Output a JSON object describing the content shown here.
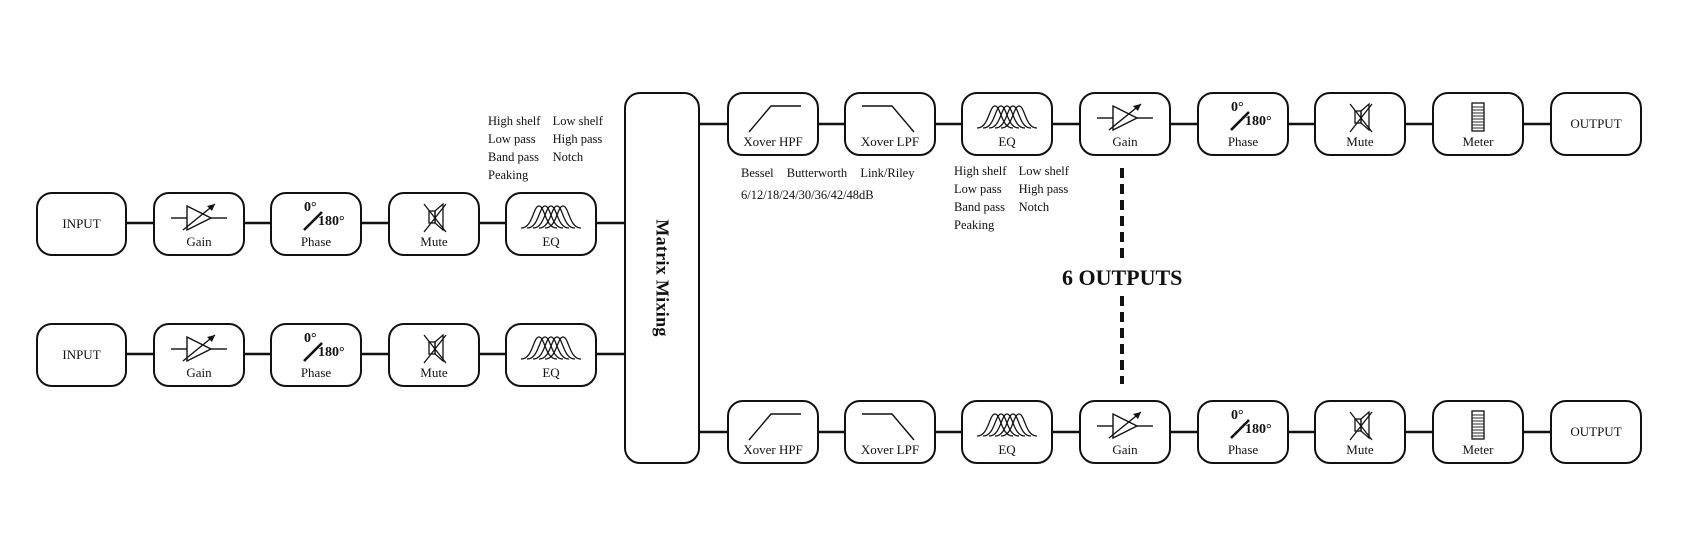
{
  "inputs": [
    {
      "input_label": "INPUT",
      "gain_label": "Gain",
      "phase_label": "Phase",
      "phase_zero": "0°",
      "phase_180": "180°",
      "mute_label": "Mute",
      "eq_label": "EQ"
    },
    {
      "input_label": "INPUT",
      "gain_label": "Gain",
      "phase_label": "Phase",
      "phase_zero": "0°",
      "phase_180": "180°",
      "mute_label": "Mute",
      "eq_label": "EQ"
    }
  ],
  "input_eq_note": {
    "col1": [
      "High shelf",
      "Low pass",
      "Band pass",
      "Peaking"
    ],
    "col2": [
      "Low shelf",
      "High pass",
      "Notch"
    ]
  },
  "matrix_label": "Matrix Mixing",
  "outputs": [
    {
      "hpf_label": "Xover HPF",
      "lpf_label": "Xover LPF",
      "eq_label": "EQ",
      "gain_label": "Gain",
      "phase_label": "Phase",
      "phase_zero": "0°",
      "phase_180": "180°",
      "mute_label": "Mute",
      "meter_label": "Meter",
      "output_label": "OUTPUT"
    },
    {
      "hpf_label": "Xover HPF",
      "lpf_label": "Xover LPF",
      "eq_label": "EQ",
      "gain_label": "Gain",
      "phase_label": "Phase",
      "phase_zero": "0°",
      "phase_180": "180°",
      "mute_label": "Mute",
      "meter_label": "Meter",
      "output_label": "OUTPUT"
    }
  ],
  "xover_note": {
    "types": [
      "Bessel",
      "Butterworth",
      "Link/Riley"
    ],
    "slopes": "6/12/18/24/30/36/42/48dB"
  },
  "output_eq_note": {
    "col1": [
      "High shelf",
      "Low pass",
      "Band pass",
      "Peaking"
    ],
    "col2": [
      "Low shelf",
      "High pass",
      "Notch"
    ]
  },
  "outputs_count_label": "6 OUTPUTS"
}
